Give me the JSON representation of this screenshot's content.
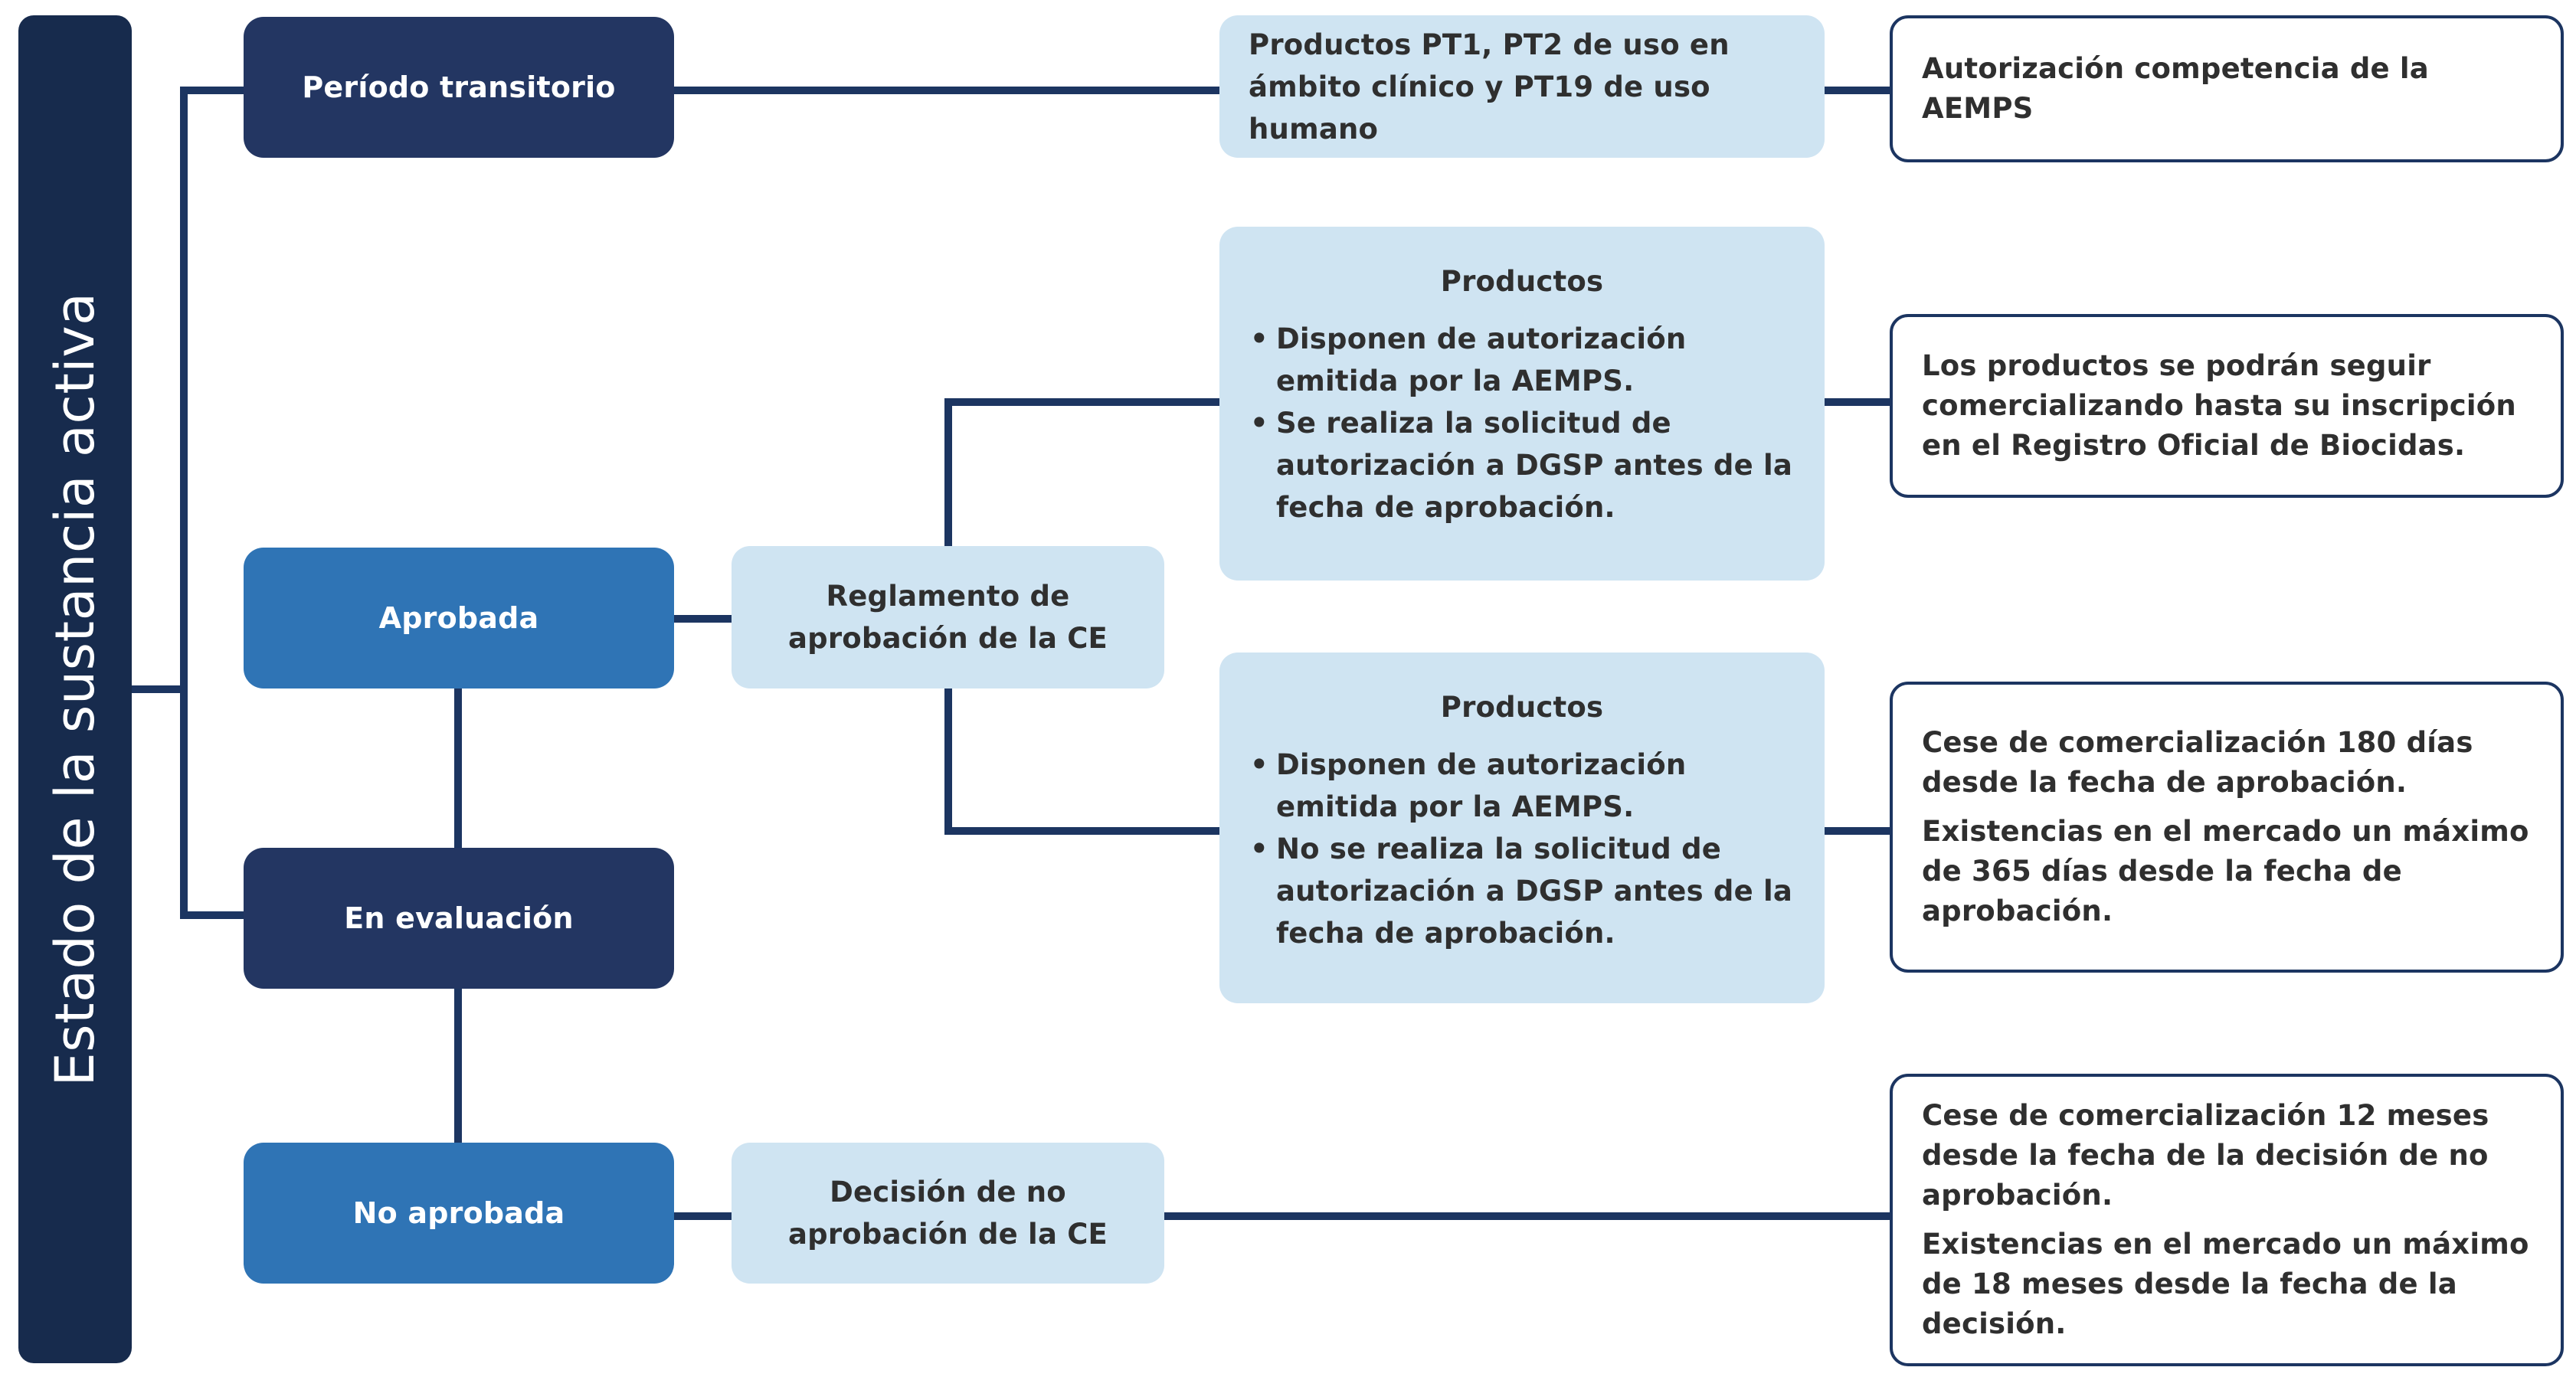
{
  "banner": {
    "title": "Estado de la sustancia activa"
  },
  "statuses": {
    "transitional": "Período transitorio",
    "approved": "Aprobada",
    "evaluation": "En evaluación",
    "not_approved": "No aprobada"
  },
  "regulations": {
    "approval": "Reglamento de aprobación de la CE",
    "non_approval": "Decisión de no aprobación de la CE"
  },
  "products": {
    "transitional": "Productos PT1, PT2 de uso en ámbito clínico y PT19 de uso humano",
    "approved_with_request": {
      "title": "Productos",
      "bullets": [
        "Disponen de autorización emitida por la AEMPS.",
        "Se realiza la solicitud de autorización a DGSP antes de la fecha de aprobación."
      ]
    },
    "approved_without_request": {
      "title": "Productos",
      "bullets": [
        "Disponen de autorización emitida por la AEMPS.",
        "No se realiza la solicitud de autorización a DGSP antes de la fecha de aprobación."
      ]
    }
  },
  "outcomes": {
    "transitional": "Autorización competencia de la AEMPS",
    "approved_with_request": "Los productos se podrán seguir comercializando hasta su inscripción en el Registro Oficial de Biocidas.",
    "approved_without_request": [
      "Cese de comercialización 180 días desde la fecha de aprobación.",
      "Existencias en el mercado un máximo de 365 días desde la fecha de aprobación."
    ],
    "not_approved": [
      "Cese de comercialización 12 meses desde la fecha de la decisión de no aprobación.",
      "Existencias en el mercado un máximo de 18 meses desde la fecha de la decisión."
    ]
  },
  "colors": {
    "navy": "#172b4d",
    "dark_box": "#233662",
    "mid_box": "#2f74b5",
    "light_box": "#cfe4f2",
    "connector": "#1c3561"
  }
}
